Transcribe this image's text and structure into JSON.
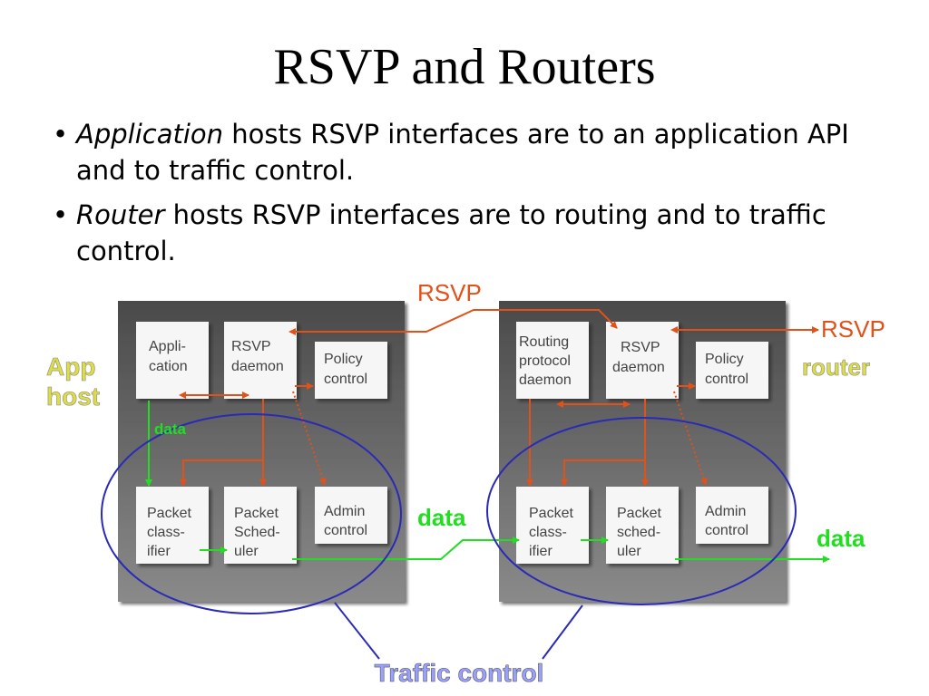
{
  "slide": {
    "title": "RSVP and Routers",
    "bullets": [
      {
        "emph": "Application",
        "rest": " hosts RSVP interfaces are to an application API and to traffic control."
      },
      {
        "emph": "Router",
        "rest": " hosts RSVP interfaces are to routing and to traffic control."
      }
    ]
  },
  "diagram": {
    "rsvp_top": "RSVP",
    "rsvp_right": "RSVP",
    "app_host_line1": "App",
    "app_host_line2": "host",
    "router_label": "router",
    "data_inner": "data",
    "data_mid": "data",
    "data_right": "data",
    "traffic_control": "Traffic control",
    "left_boxes": {
      "application": [
        "Appli-",
        "cation"
      ],
      "rsvp_daemon": [
        "RSVP",
        "daemon"
      ],
      "policy_control": [
        "Policy",
        "control"
      ],
      "packet_classifier": [
        "Packet",
        "class-",
        "ifier"
      ],
      "packet_scheduler": [
        "Packet",
        "Sched-",
        "uler"
      ],
      "admin_control": [
        "Admin",
        "control"
      ]
    },
    "right_boxes": {
      "routing_daemon": [
        "Routing",
        "protocol",
        "daemon"
      ],
      "rsvp_daemon": [
        "RSVP",
        "daemon"
      ],
      "policy_control": [
        "Policy",
        "control"
      ],
      "packet_classifier": [
        "Packet",
        "class-",
        "ifier"
      ],
      "packet_scheduler": [
        "Packet",
        "sched-",
        "uler"
      ],
      "admin_control": [
        "Admin",
        "control"
      ]
    },
    "colors": {
      "orange": "#e0521a",
      "green": "#22dd22",
      "blue": "#2a2ab5",
      "yellow": "#dddd44",
      "lavender": "#9aa0ff"
    }
  }
}
